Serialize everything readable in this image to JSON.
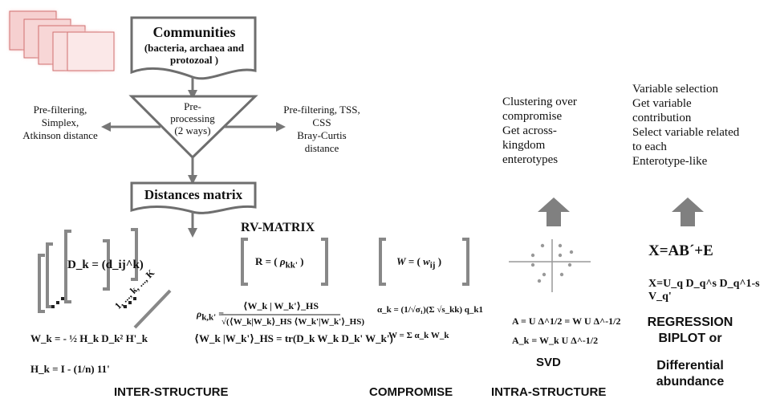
{
  "communities": {
    "title": "Communities",
    "subtitle_line1": "(bacteria, archaea and",
    "subtitle_line2": "protozoal )"
  },
  "preprocessing": {
    "line1": "Pre-",
    "line2": "processing",
    "line3": "(2 ways)"
  },
  "left_branch": {
    "line1": "Pre-filtering,",
    "line2": "Simplex,",
    "line3": "Atkinson distance"
  },
  "right_branch": {
    "line1": "Pre-filtering, TSS,",
    "line2": "CSS",
    "line3": "Bray-Curtis",
    "line4": "distance"
  },
  "distances": {
    "title": "Distances matrix"
  },
  "rv_matrix": {
    "title": "RV-MATRIX",
    "R": "R",
    "rho": "ρ",
    "rho_sub": "kk'",
    "rho_eq_lhs": "ρ",
    "rho_eq_sub": "k,k'",
    "rho_num": "⟨W_k | W_k'⟩_HS",
    "rho_den": "√(⟨W_k|W_k⟩_HS ⟨W_k'|W_k'⟩_HS)",
    "inner_product": "⟨W_k |W_k'⟩_HS = tr(D_k W_k D_k' W_k')"
  },
  "inter_structure": {
    "label": "INTER-STRUCTURE",
    "d_matrix": "D_k = (d_ij^k)",
    "diagonal_label": "1, ..., k, ..., K",
    "w_formula": "W_k = - ½ H_k D_k² H'_k",
    "h_formula": "H_k = I - (1/n) 11'"
  },
  "compromise": {
    "label": "COMPROMISE",
    "W": "W",
    "w_elem": "w",
    "w_sub": "ij",
    "alpha_formula": "α_k = (1/√σ₁)(Σ √s_kk) q_k1",
    "w_sum": "W = Σ α_k W_k"
  },
  "intra_structure": {
    "label": "INTRA-STRUCTURE",
    "clustering_line1": "Clustering over",
    "clustering_line2": "compromise",
    "clustering_line3": "Get across-",
    "clustering_line4": "kingdom",
    "clustering_line5": "enterotypes",
    "a_formula": "A = U Δ^1/2 = W U Δ^-1/2",
    "ak_formula": "A_k = W_k U Δ^-1/2",
    "svd": "SVD"
  },
  "regression": {
    "var_line1": "Variable selection",
    "var_line2": "Get variable",
    "var_line3": "contribution",
    "var_line4": "Select variable related",
    "var_line5": "to each",
    "var_line6": "Enterotype-like",
    "x_formula": "X=AB´+E",
    "x_formula2": "X=U_q D_q^s D_q^1-s V_q'",
    "label_line1": "REGRESSION",
    "label_line2": "BIPLOT or",
    "label_line3": "Differential",
    "label_line4": "abundance"
  },
  "colors": {
    "arrow_gray": "#777777",
    "shape_stroke": "#6e6e6e",
    "stack_red": "#e06060"
  }
}
